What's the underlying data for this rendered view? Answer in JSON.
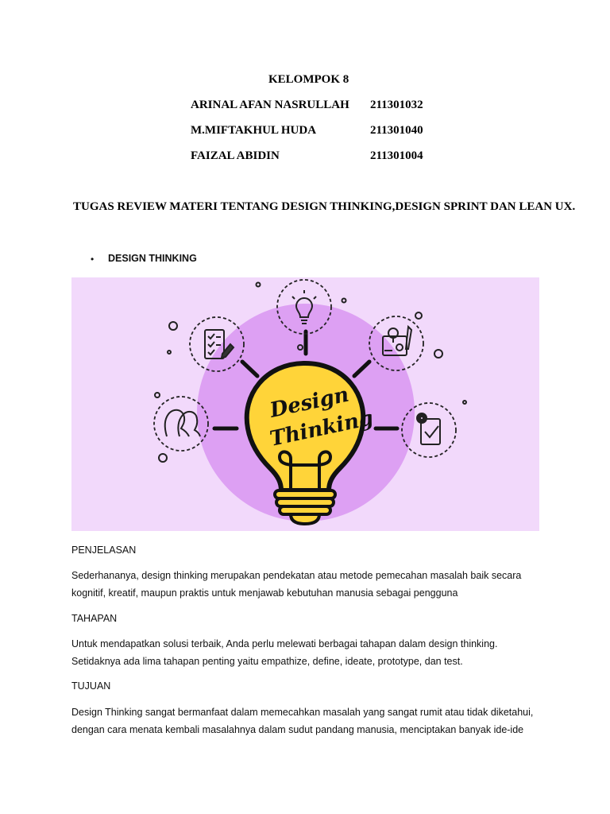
{
  "header": {
    "group": "KELOMPOK 8",
    "members": [
      {
        "name": "ARINAL AFAN NASRULLAH",
        "id": "211301032"
      },
      {
        "name": "M.MIFTAKHUL HUDA",
        "id": "211301040"
      },
      {
        "name": "FAIZAL ABIDIN",
        "id": "211301004"
      }
    ],
    "task_title": "TUGAS REVIEW MATERI TENTANG DESIGN THINKING,DESIGN SPRINT DAN LEAN UX."
  },
  "section": {
    "bullet": "•",
    "title": "DESIGN THINKING"
  },
  "figure": {
    "text_line1": "Design",
    "text_line2": "Thinking",
    "colors": {
      "background": "#F2D9FB",
      "circle": "#DDA0F3",
      "bulb": "#FFD439",
      "outline": "#111111"
    },
    "icons": [
      "lightbulb-icon",
      "checklist-icon",
      "tools-icon",
      "people-icon",
      "gear-check-icon"
    ]
  },
  "content": {
    "penjelasan_heading": "PENJELASAN",
    "penjelasan_lines": [
      "Sederhananya, design thinking merupakan pendekatan atau metode pemecahan masalah baik secara",
      "kognitif, kreatif, maupun praktis untuk menjawab kebutuhan manusia sebagai pengguna"
    ],
    "tahapan_heading": "TAHAPAN",
    "tahapan_lines": [
      "Untuk mendapatkan solusi terbaik, Anda perlu melewati berbagai tahapan dalam design thinking.",
      "Setidaknya ada lima tahapan penting yaitu empathize, define, ideate, prototype, dan test."
    ],
    "tujuan_heading": "TUJUAN",
    "tujuan_lines": [
      "Design Thinking sangat bermanfaat dalam memecahkan masalah yang sangat rumit atau tidak diketahui,",
      "dengan cara menata kembali masalahnya dalam sudut pandang manusia, menciptakan banyak ide-ide"
    ]
  }
}
